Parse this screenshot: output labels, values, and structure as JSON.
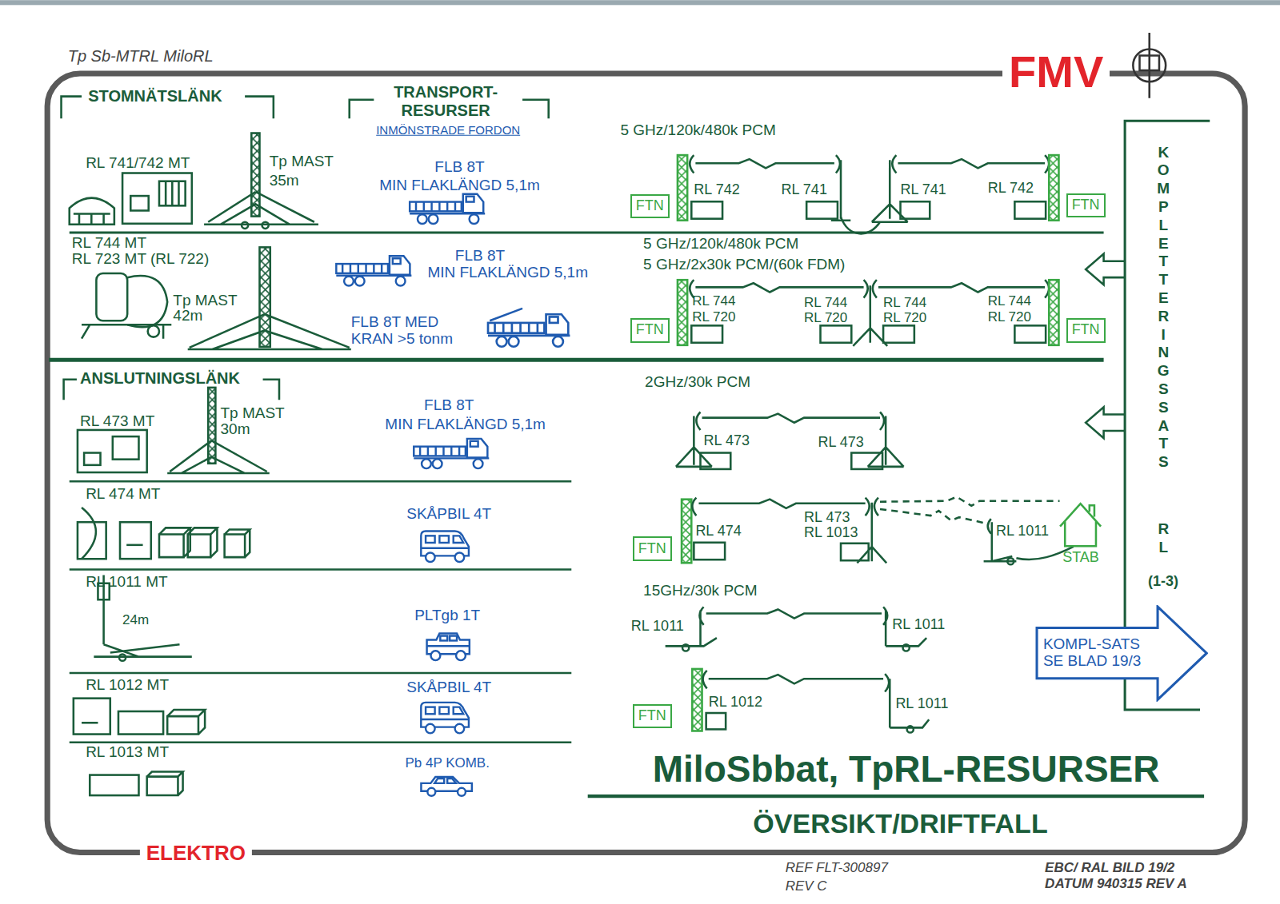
{
  "diagram": {
    "title": "MiloSbbat, TpRL-RESURSER",
    "caption": "ÖVERSIKT/DRIFTFALL",
    "nodes": [
      {
        "text": [
          "FTN"
        ]
      },
      {
        "text": [
          "FTN"
        ]
      },
      {
        "text": [
          "FTN"
        ]
      },
      {
        "text": [
          "FTN"
        ]
      },
      {
        "text": [
          "FTN"
        ]
      },
      {
        "text": [
          "STAB"
        ]
      },
      {
        "text": [
          "FTN"
        ]
      },
      {
        "text": [
          "KOMPL-SATS",
          "SE BLAD 19/3"
        ]
      }
    ],
    "labels": [
      "Tp Sb-MTRL MiloRL",
      "FMV",
      "STOMNÄTSLÄNK",
      "TRANSPORT-",
      "RESURSER",
      "INMÖNSTRADE FORDON",
      "5 GHz/120k/480k PCM",
      "RL 741/742 MT",
      "Tp MAST",
      "35m",
      "FLB 8T",
      "MIN FLAKLÄNGD 5,1m",
      "RL 742",
      "RL 741",
      "RL 741",
      "RL 742",
      "RL 744 MT",
      "RL 723 MT (RL 722)",
      "FLB 8T",
      "MIN FLAKLÄNGD 5,1m",
      "5 GHz/120k/480k PCM",
      "5 GHz/2x30k PCM/(60k FDM)",
      "Tp MAST",
      "42m",
      "FLB 8T MED",
      "KRAN >5 tonm",
      "RL 744",
      "RL 720",
      "RL 744",
      "RL 720",
      "RL 744",
      "RL 720",
      "RL 744",
      "RL 720",
      "ANSLUTNINGSLÄNK",
      "2GHz/30k PCM",
      "RL 473 MT",
      "Tp MAST",
      "30m",
      "FLB 8T",
      "MIN FLAKLÄNGD 5,1m",
      "RL 473",
      "RL 473",
      "RL 474 MT",
      "SKÅPBIL 4T",
      "RL 474",
      "RL 473",
      "RL 1013",
      "RL 1011",
      "RL 1011 MT",
      "24m",
      "PLTgb 1T",
      "15GHz/30k PCM",
      "RL 1011",
      "RL 1011",
      "RL 1012 MT",
      "SKÅPBIL 4T",
      "RL 1012",
      "RL 1011",
      "RL 1013 MT",
      "Pb 4P KOMB.",
      "KOMPLETTERINGSSATS",
      "RL",
      "(1-3)",
      "ELEKTRO",
      "REF FLT-300897",
      "REV C",
      "EBC/ RAL BILD 19/2",
      "DATUM 940315 REV A"
    ]
  }
}
